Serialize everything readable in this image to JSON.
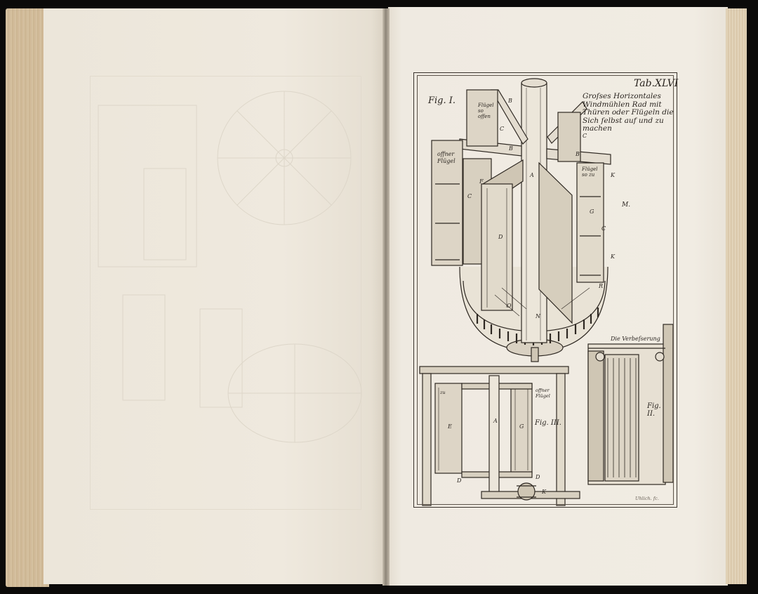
{
  "plate": {
    "number": "Tab.XLVI",
    "figure_1": "Fig. I.",
    "title_lines": [
      "Groſses Horizontales",
      "Windmühlen Rad mit",
      "Thüren oder Flügeln die",
      "Sich ſelbst auf und zu",
      "machen"
    ],
    "flap_open_top": "Flügel so offen",
    "flap_open_left": [
      "offner",
      "Flügel"
    ],
    "flap_closed": "Flügel so zu",
    "letter_m": "M.",
    "improvement": "Die Verbeſserung",
    "figure_2": [
      "Fig.",
      "II."
    ],
    "figure_3": "Fig. III.",
    "label_zu": "zu",
    "label_offen": [
      "offner",
      "Flügel"
    ],
    "signature": "Uhlich. fc."
  },
  "letters": {
    "a": "A",
    "b": "B",
    "c": "C",
    "d": "D",
    "e": "E",
    "f": "F",
    "g": "G",
    "k": "K",
    "n": "N",
    "o": "O",
    "r": "R"
  },
  "colors": {
    "paper": "#efe9de",
    "ink": "#2a2520",
    "edge": "#d2bf9f",
    "background": "#0b0a09"
  }
}
